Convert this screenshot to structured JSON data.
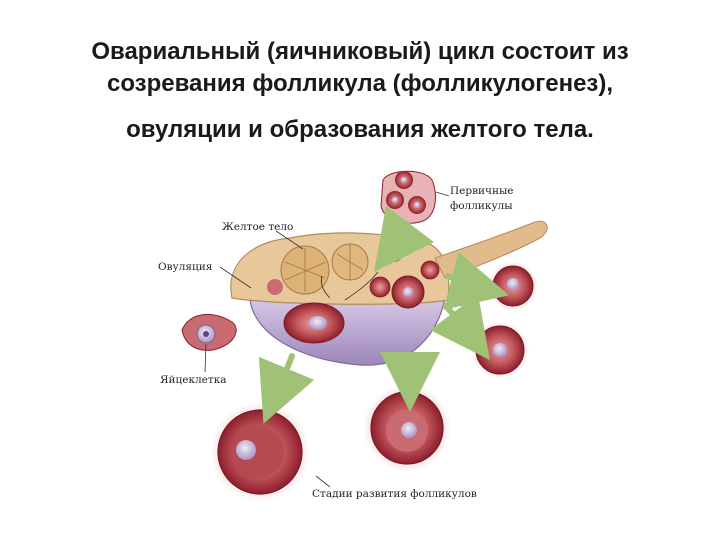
{
  "slide": {
    "title_line1": "Овариальный (яичниковый) цикл состоит из",
    "title_line2": "созревания фолликула (фолликулогенез),",
    "title_line3": "овуляции и образования желтого тела."
  },
  "diagram": {
    "labels": {
      "primary_follicles_line1": "Первичные",
      "primary_follicles_line2": "фолликулы",
      "corpus_luteum": "Желтое тело",
      "ovulation": "Овуляция",
      "egg_cell": "Яйцеклетка",
      "follicle_stages": "Стадии развития фолликулов"
    },
    "colors": {
      "ovary_stroma": "#e8c79a",
      "ovary_base": "#b9a3cf",
      "follicle_dark": "#9a2431",
      "follicle_light": "#d98b8c",
      "oocyte": "#c9b8d8",
      "arrow": "#9fc276"
    }
  }
}
